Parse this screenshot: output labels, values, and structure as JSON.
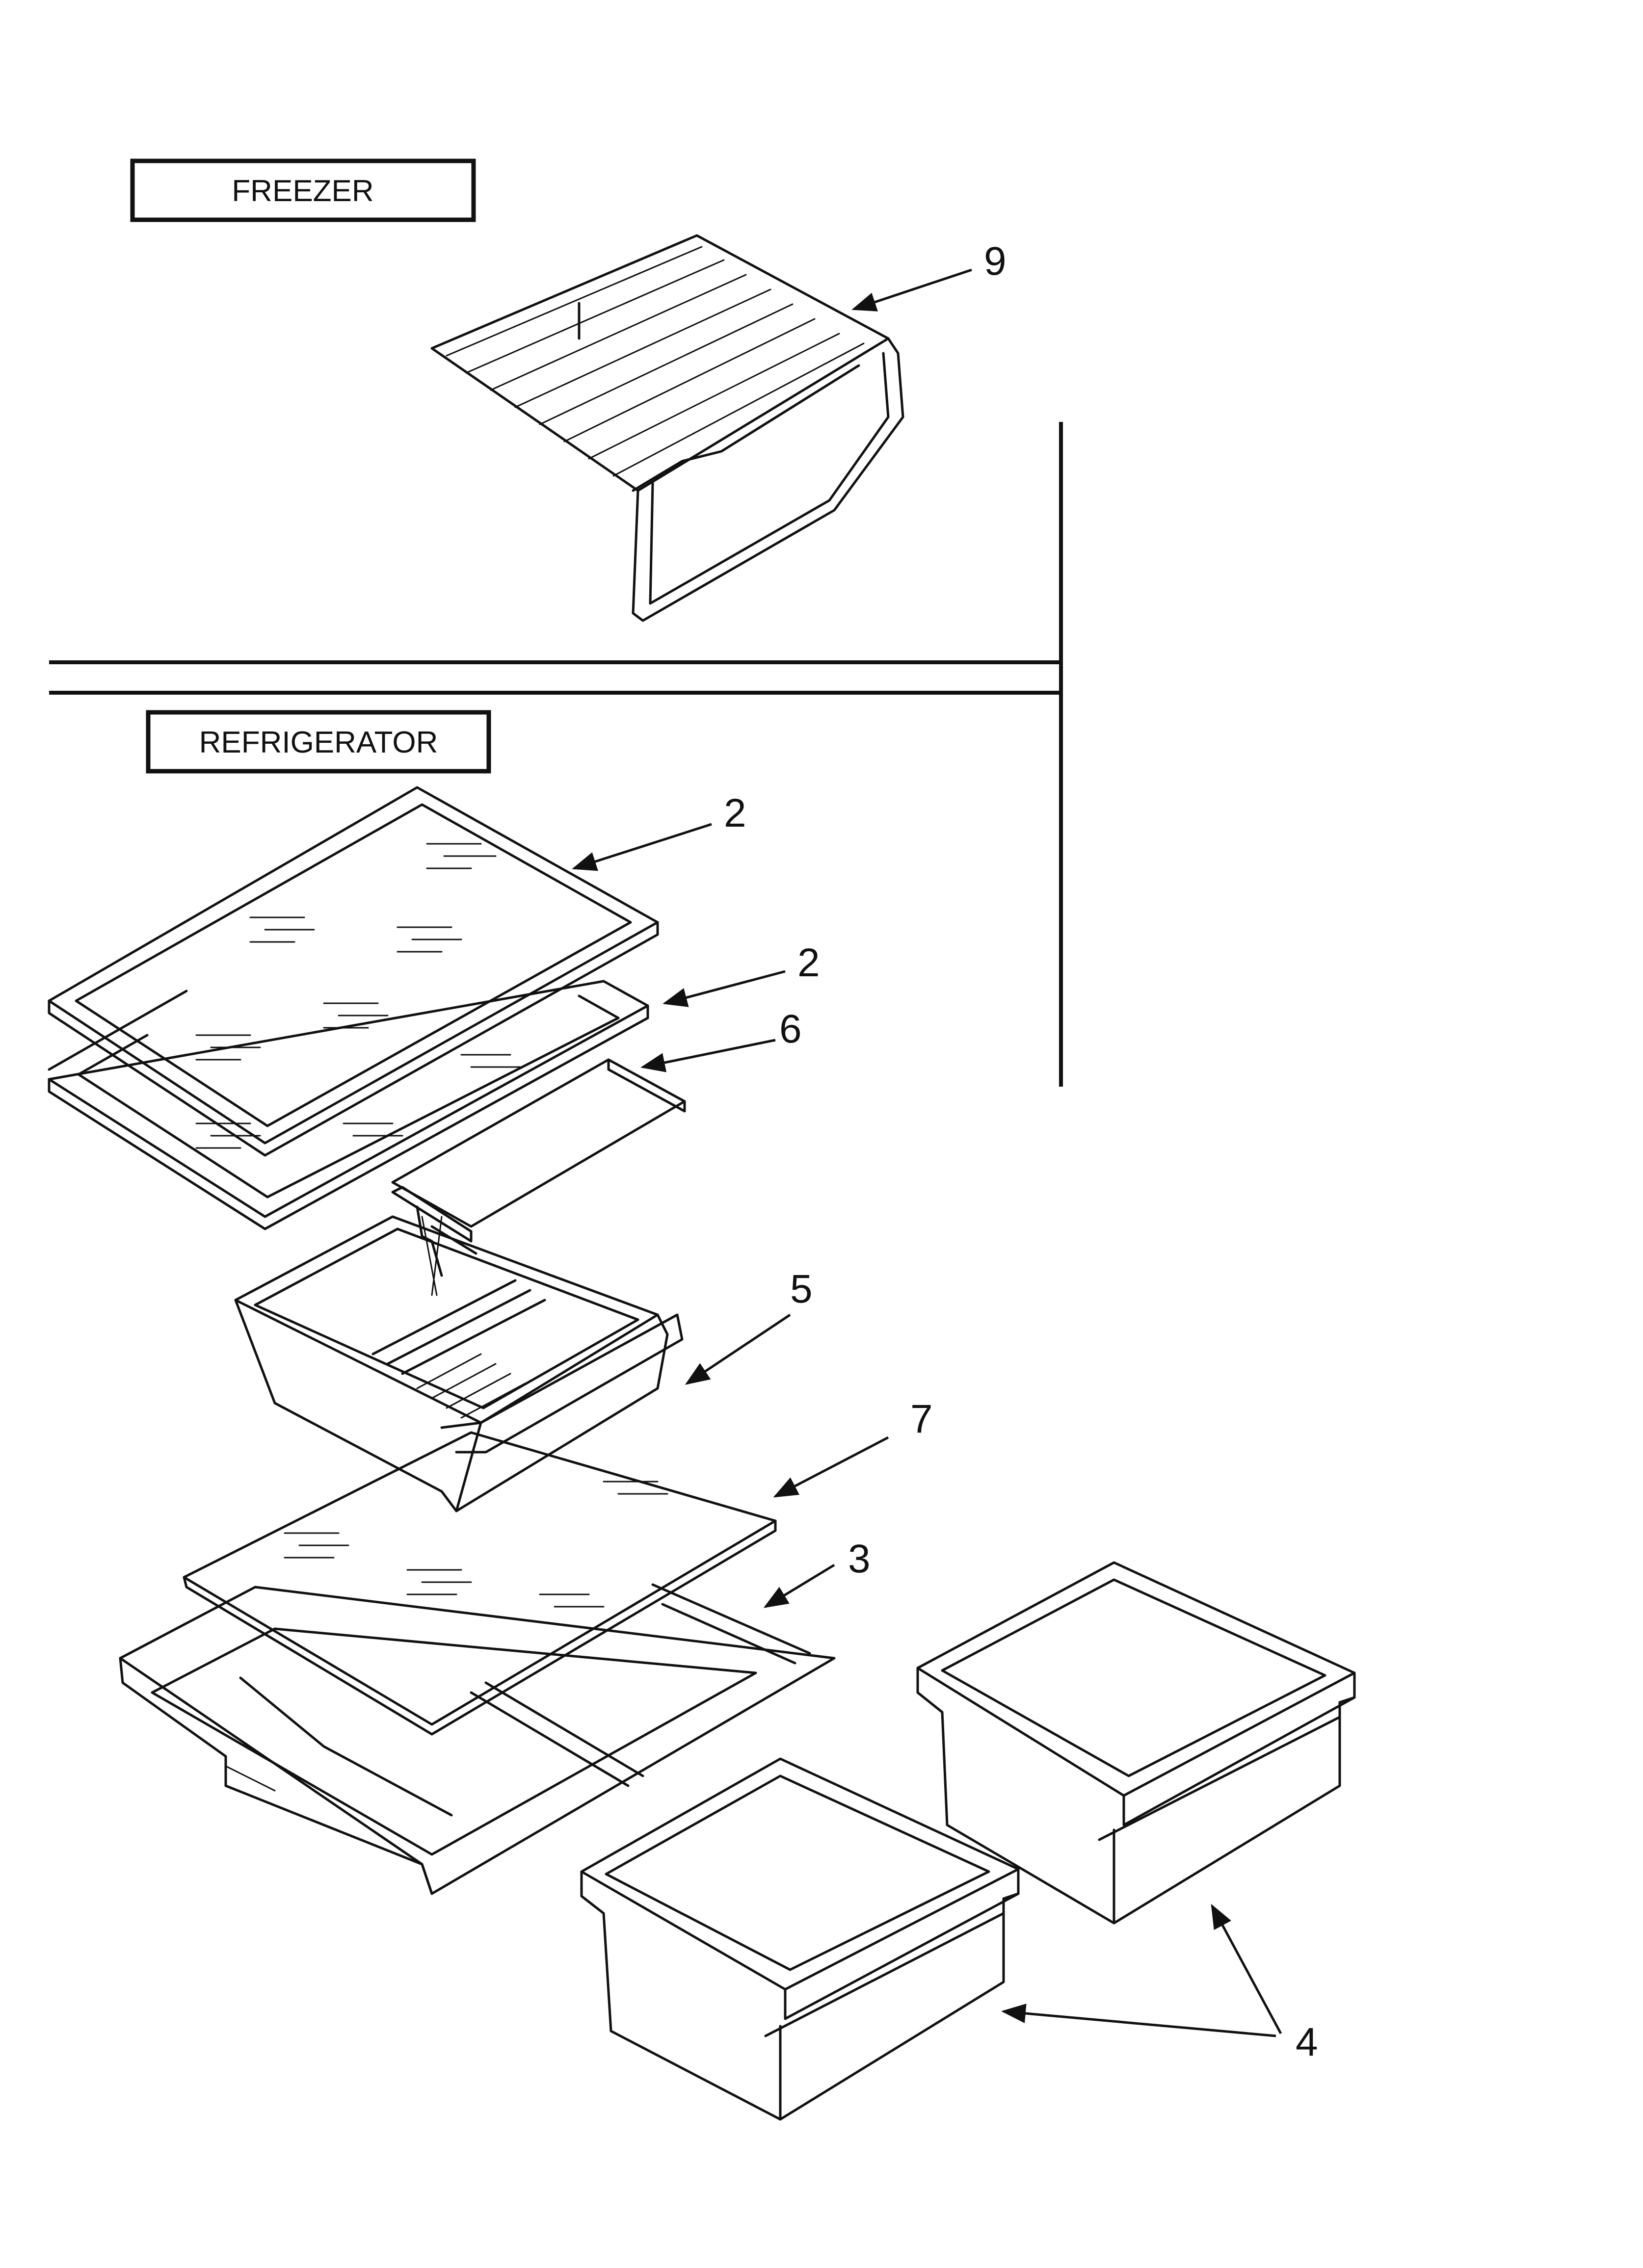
{
  "sections": {
    "freezer": "FREEZER",
    "refrigerator": "REFRIGERATOR"
  },
  "callouts": {
    "wire_shelf": "9",
    "glass_shelf_top": "2",
    "glass_shelf_second": "2",
    "shelf_frame": "6",
    "meat_drawer": "5",
    "crisper_cover_glass": "7",
    "crisper_cover_frame": "3",
    "crisper_drawers": "4"
  }
}
